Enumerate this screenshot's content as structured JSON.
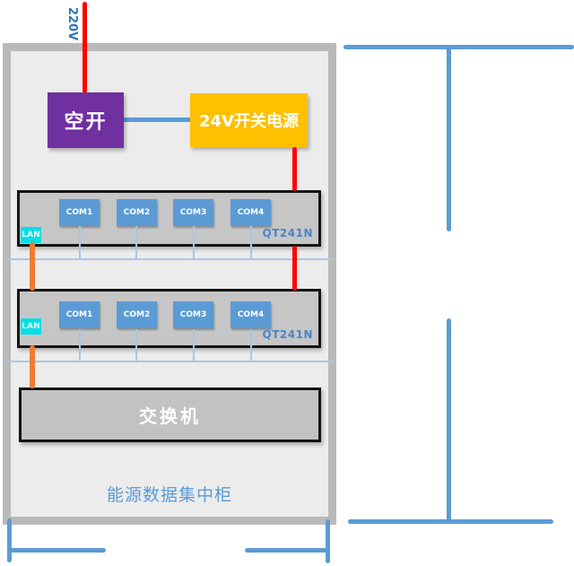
{
  "diagram": {
    "power_input_label": "220V",
    "breaker_label": "空开",
    "psu_label": "24V开关电源",
    "devices": [
      {
        "model": "QT241N",
        "lan": "LAN",
        "ports": [
          "COM1",
          "COM2",
          "COM3",
          "COM4"
        ]
      },
      {
        "model": "QT241N",
        "lan": "LAN",
        "ports": [
          "COM1",
          "COM2",
          "COM3",
          "COM4"
        ]
      }
    ],
    "switch_label": "交换机",
    "cabinet_label": "能源数据集中柜"
  },
  "colors": {
    "power_line_red": "#ff0000",
    "lan_line_orange": "#ed7d31",
    "wall_connector_blue": "#5b9bd5",
    "bus_line_light_blue": "#a9c6e5",
    "breaker_purple": "#7030a0",
    "psu_yellow": "#ffc000",
    "lan_port_cyan": "#00dfe8",
    "com_port_blue": "#5b9bd5",
    "label_text_blue": "#2e75b6",
    "model_text_blue": "#4a86c8",
    "cabinet_frame_gray": "#b9b9b9",
    "cabinet_fill_gray": "#ececec",
    "device_fill_gray": "#c6c6c6"
  }
}
